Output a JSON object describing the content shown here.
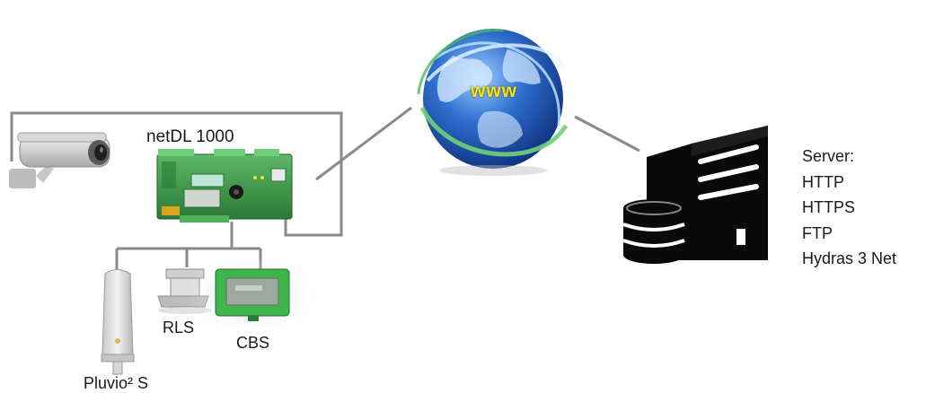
{
  "labels": {
    "datalogger": "netDL 1000",
    "sensor_rls": "RLS",
    "sensor_cbs": "CBS",
    "sensor_pluvio": "Pluvio² S",
    "internet": "www"
  },
  "server": {
    "lines": [
      "Server:",
      "HTTP",
      "HTTPS",
      "FTP",
      "Hydras 3 Net"
    ]
  },
  "colors": {
    "connector": "#8a8a8a",
    "device_green": "#3f9a4a",
    "globe_blue": "#2a5bb0",
    "server_black": "#0a0a0a"
  },
  "icons": [
    "camera-icon",
    "datalogger-icon",
    "globe-icon",
    "server-icon",
    "database-icon",
    "pluvio-sensor-icon",
    "rls-sensor-icon",
    "cbs-sensor-icon"
  ]
}
